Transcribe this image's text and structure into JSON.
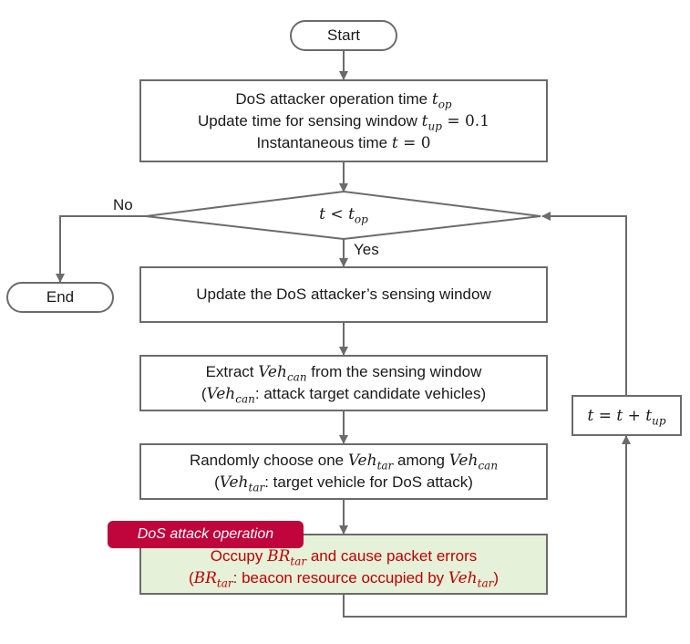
{
  "start": "Start",
  "end": "End",
  "init": {
    "line1_text": "DoS attacker operation time ",
    "line2_text": "Update time for sensing window ",
    "line2_val": " = 0.1",
    "line3_text": "Instantaneous time ",
    "line3_val": " = 0"
  },
  "decision": {
    "no_label": "No",
    "yes_label": "Yes",
    "op": " < "
  },
  "update_window": "Update the DoS attacker’s sensing window",
  "extract": {
    "line1_pre": "Extract ",
    "line1_post": " from the sensing window",
    "line2_post": ": attack target candidate vehicles)"
  },
  "choose": {
    "line1_pre": "Randomly choose one ",
    "line1_mid": " among ",
    "line2_post": ": target vehicle for DoS attack)"
  },
  "attack": {
    "tag": "DoS attack operation",
    "line1_pre": "Occupy ",
    "line1_post": " and cause packet errors",
    "line2_mid": ": beacon resource occupied by "
  },
  "increment": {
    "lhs": "t",
    "eq": " = ",
    "plus": " + "
  },
  "symbols": {
    "t": "t",
    "op": "op",
    "up": "up",
    "veh": "Veh",
    "can": "can",
    "tar": "tar",
    "br": "BR"
  },
  "colors": {
    "line": "#6b6b6b",
    "attack_fill": "#e6f1d9",
    "attack_text": "#c00000",
    "tag_fill": "#c0043c"
  }
}
